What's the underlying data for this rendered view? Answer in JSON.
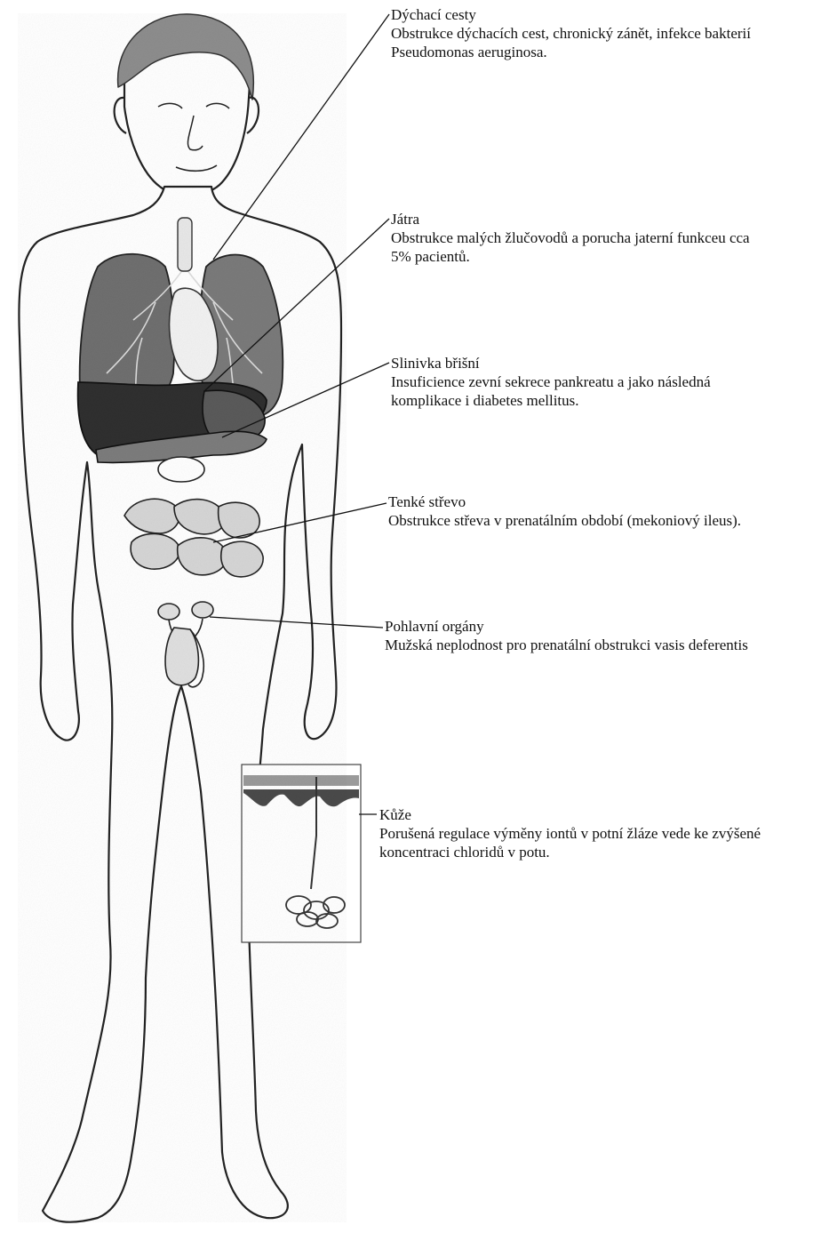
{
  "colors": {
    "ink": "#111111",
    "organ_dark": "#2b2b2b",
    "organ_mid": "#6a6a6a",
    "skin_shade": "#9a9a9a",
    "background": "#ffffff"
  },
  "callouts": [
    {
      "id": "airways",
      "title": "Dýchací cesty",
      "lines": [
        "Obstrukce dýchacích cest, chronický zánět, infekce bakterií",
        "Pseudomonas aeruginosa."
      ]
    },
    {
      "id": "liver",
      "title": "Játra",
      "lines": [
        "Obstrukce malých žlučovodů a porucha jaterní funkceu cca",
        "5% pacientů."
      ]
    },
    {
      "id": "pancreas",
      "title": "Slinivka břišní",
      "lines": [
        "Insuficience zevní sekrece pankreatu a jako následná",
        "komplikace i diabetes mellitus."
      ]
    },
    {
      "id": "intestine",
      "title": "Tenké střevo",
      "lines": [
        "Obstrukce střeva v prenatálním období (mekoniový ileus)."
      ]
    },
    {
      "id": "genitals",
      "title": "Pohlavní orgány",
      "lines": [
        "Mužská neplodnost pro prenatální obstrukci vasis deferentis"
      ]
    },
    {
      "id": "skin",
      "title": "Kůže",
      "lines": [
        "Porušená regulace výměny iontů v potní žláze vede ke zvýšené",
        "koncentraci chloridů v potu."
      ]
    }
  ]
}
